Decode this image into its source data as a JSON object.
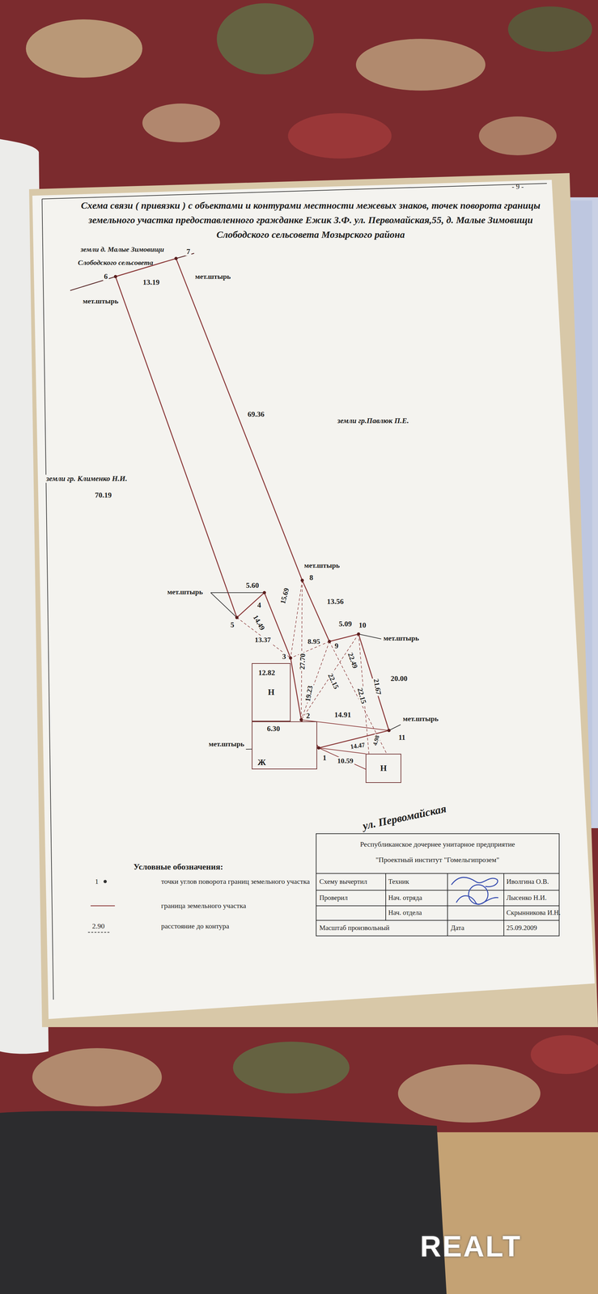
{
  "diagram": {
    "title": "Схема связи ( привязки ) с объектами и контурами местности межевых знаков, точек поворота границы земельного участка предоставленного гражданке Ежик З.Ф. ул. Первомайская,55, д. Малые Зимовищи Слободского сельсовета Мозырского района",
    "nodes": [
      {
        "text": [
          "Н"
        ]
      },
      {
        "text": [
          "Ж"
        ]
      },
      {
        "text": [
          "Н"
        ]
      }
    ],
    "labels": [
      "- 9 -",
      "земли д. Малые Зимовищи",
      "Слободского сельсовета",
      "6",
      "7",
      "13.19",
      "мет.штырь",
      "мет.штырь",
      "70.19",
      "69.36",
      "земли гр.Павлюк П.Е.",
      "земли гр. Клименко Н.И.",
      "мет.штырь",
      "8",
      "мет.штырь",
      "5.60",
      "15.69",
      "4",
      "5",
      "14.49",
      "13.56",
      "5.09",
      "9",
      "10",
      "мет.штырь",
      "13.37",
      "8.95",
      "3",
      "27.70",
      "22.49",
      "20.00",
      "12.82",
      "19.23",
      "22.15",
      "22.15",
      "21.67",
      "2",
      "14.91",
      "мет.штырь",
      "11",
      "6.30",
      "мет.штырь",
      "14.47",
      "4.98",
      "10.59",
      "1",
      "ул. Первомайская",
      "Условные обозначения:",
      "1",
      "2.90",
      "Республиканское дочернее унитарное предприятие",
      "\"Проектный институт \"Гомельгипрозем\"",
      "Схему вычертил",
      "Техник",
      "Иволгина О.В.",
      "Проверил",
      "Нач. отряда",
      "Лысенко Н.И.",
      "Нач. отдела",
      "Скрынникова И.Н.",
      "Масштаб произвольный",
      "Дата",
      "25.09.2009",
      "REALT"
    ],
    "legend": [
      {
        "text": "точки углов поворота границ земельного участка"
      },
      {
        "text": "граница земельного участка"
      },
      {
        "text": "расстояние до контура"
      }
    ]
  }
}
